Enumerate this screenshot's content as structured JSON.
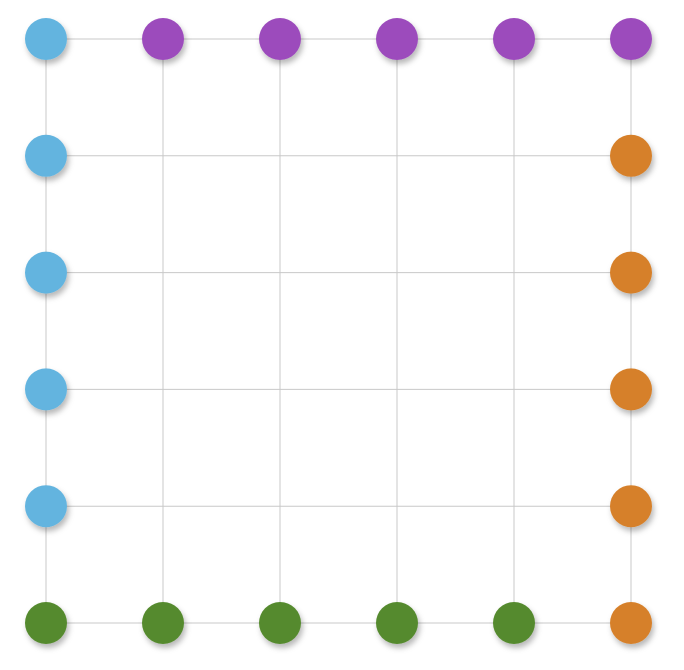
{
  "grid": {
    "columns": 6,
    "rows": 6,
    "line_color": "#c8c8c8"
  },
  "colors": {
    "blue": "#64b4df",
    "purple": "#9c4cbc",
    "orange": "#d6802a",
    "green": "#558a2e"
  },
  "dots": [
    {
      "col": 0,
      "row": 0,
      "color": "blue"
    },
    {
      "col": 1,
      "row": 0,
      "color": "purple"
    },
    {
      "col": 2,
      "row": 0,
      "color": "purple"
    },
    {
      "col": 3,
      "row": 0,
      "color": "purple"
    },
    {
      "col": 4,
      "row": 0,
      "color": "purple"
    },
    {
      "col": 5,
      "row": 0,
      "color": "purple"
    },
    {
      "col": 0,
      "row": 1,
      "color": "blue"
    },
    {
      "col": 5,
      "row": 1,
      "color": "orange"
    },
    {
      "col": 0,
      "row": 2,
      "color": "blue"
    },
    {
      "col": 5,
      "row": 2,
      "color": "orange"
    },
    {
      "col": 0,
      "row": 3,
      "color": "blue"
    },
    {
      "col": 5,
      "row": 3,
      "color": "orange"
    },
    {
      "col": 0,
      "row": 4,
      "color": "blue"
    },
    {
      "col": 5,
      "row": 4,
      "color": "orange"
    },
    {
      "col": 0,
      "row": 5,
      "color": "green"
    },
    {
      "col": 1,
      "row": 5,
      "color": "green"
    },
    {
      "col": 2,
      "row": 5,
      "color": "green"
    },
    {
      "col": 3,
      "row": 5,
      "color": "green"
    },
    {
      "col": 4,
      "row": 5,
      "color": "green"
    },
    {
      "col": 5,
      "row": 5,
      "color": "orange"
    }
  ]
}
